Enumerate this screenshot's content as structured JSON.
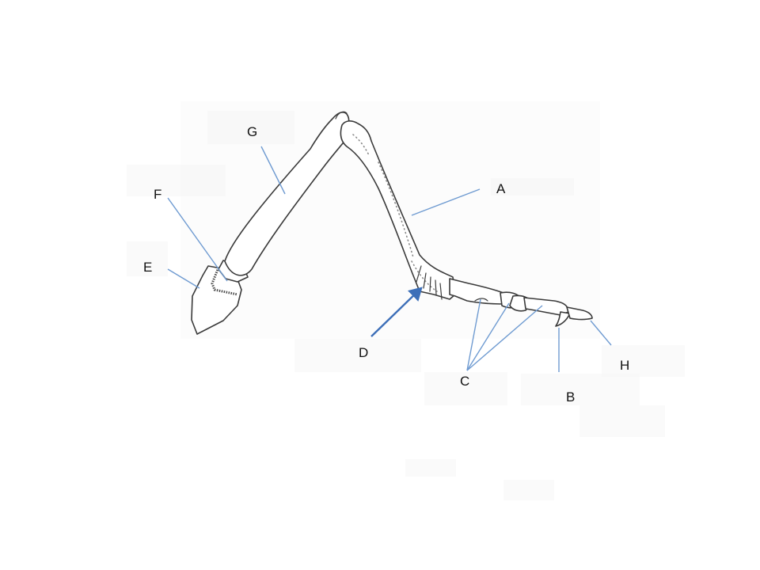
{
  "diagram": {
    "labels": {
      "a": "A",
      "b": "B",
      "c": "C",
      "d": "D",
      "e": "E",
      "f": "F",
      "g": "G",
      "h": "H"
    },
    "colors": {
      "leader": "#6f9bd1",
      "arrow": "#3d6fb8",
      "outline": "#3a3a3a"
    }
  }
}
